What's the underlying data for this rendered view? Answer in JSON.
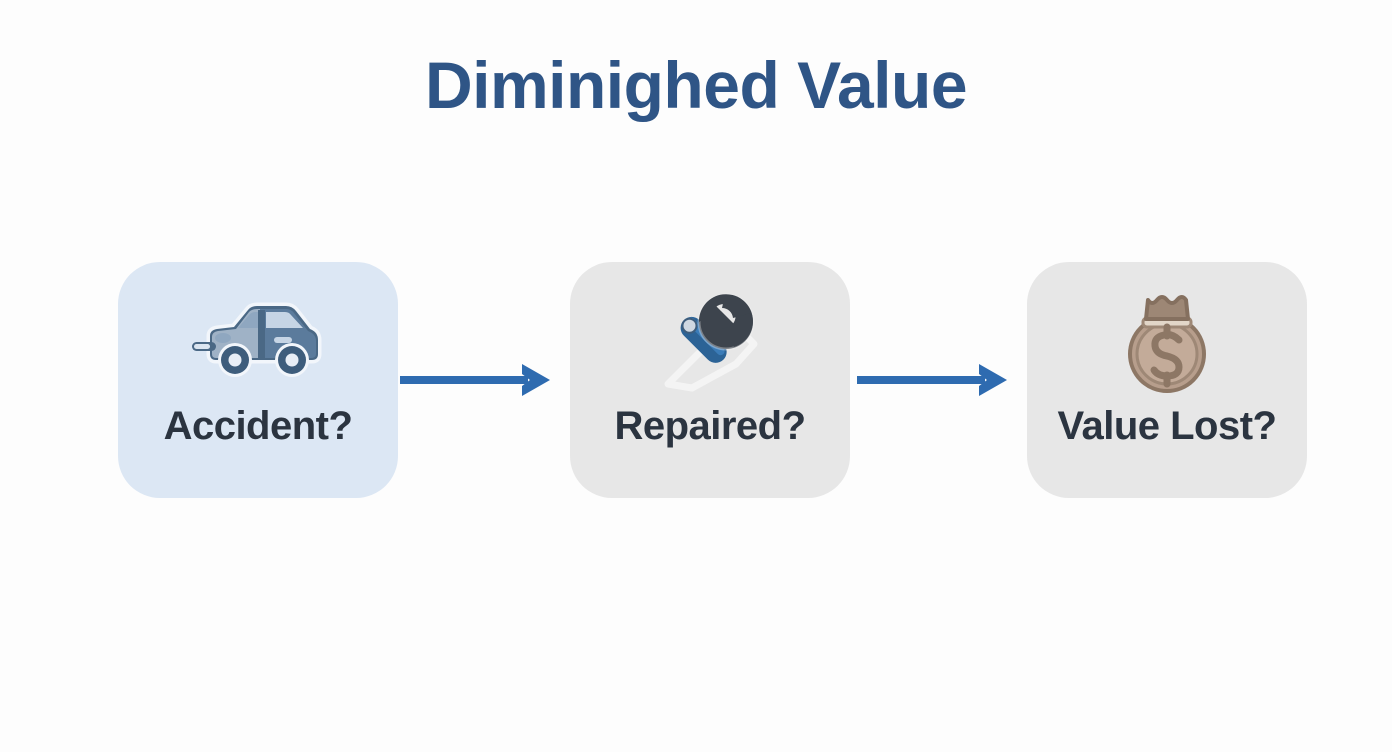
{
  "page": {
    "background_color": "#fdfdfd",
    "title": "Diminighed Value",
    "title_color": "#2f5586"
  },
  "flow": {
    "arrow_color": "#2e6bb0",
    "label_color": "#2b3440",
    "steps": [
      {
        "id": "accident",
        "label": "Accident?",
        "icon": "car-icon",
        "card_color": "#dce7f4"
      },
      {
        "id": "repaired",
        "label": "Repaired?",
        "icon": "wrench-icon",
        "card_color": "#e7e7e7"
      },
      {
        "id": "value-lost",
        "label": "Value Lost?",
        "icon": "money-bag-icon",
        "card_color": "#e7e7e7"
      }
    ],
    "connectors": [
      {
        "id": "arrow-accident-to-repaired",
        "icon": "arrow-right-icon"
      },
      {
        "id": "arrow-repaired-to-value-lost",
        "icon": "arrow-right-icon"
      }
    ]
  }
}
